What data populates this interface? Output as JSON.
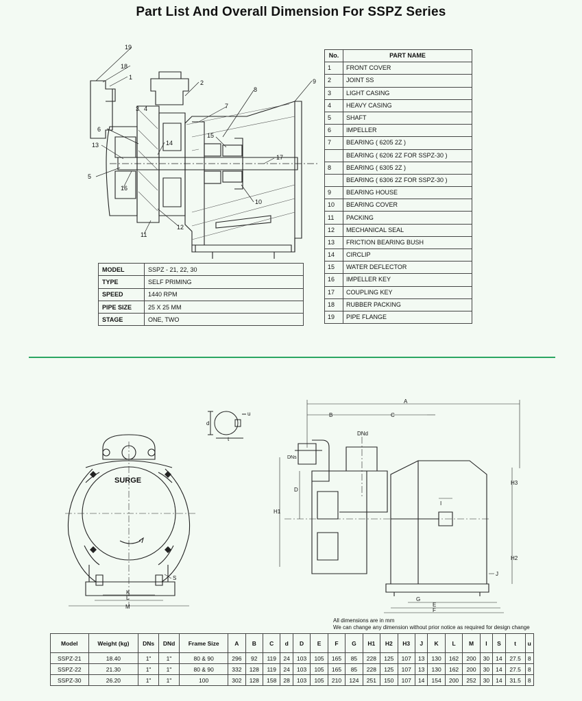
{
  "title": "Part List And Overall Dimension For SSPZ Series",
  "parts_header": {
    "no": "No.",
    "name": "PART NAME"
  },
  "parts": [
    {
      "no": "1",
      "name": "FRONT COVER"
    },
    {
      "no": "2",
      "name": "JOINT SS"
    },
    {
      "no": "3",
      "name": "LIGHT CASING"
    },
    {
      "no": "4",
      "name": "HEAVY CASING"
    },
    {
      "no": "5",
      "name": "SHAFT"
    },
    {
      "no": "6",
      "name": "IMPELLER"
    },
    {
      "no": "7",
      "name": "BEARING ( 6205 2Z )"
    },
    {
      "no": "",
      "name": "BEARING ( 6206 2Z FOR SSPZ-30 )"
    },
    {
      "no": "8",
      "name": "BEARING ( 6305 2Z )"
    },
    {
      "no": "",
      "name": "BEARING ( 6306 2Z FOR SSPZ-30 )"
    },
    {
      "no": "9",
      "name": "BEARING HOUSE"
    },
    {
      "no": "10",
      "name": "BEARING COVER"
    },
    {
      "no": "11",
      "name": "PACKING"
    },
    {
      "no": "12",
      "name": "MECHANICAL SEAL"
    },
    {
      "no": "13",
      "name": "FRICTION BEARING BUSH"
    },
    {
      "no": "14",
      "name": "CIRCLIP"
    },
    {
      "no": "15",
      "name": "WATER DEFLECTOR"
    },
    {
      "no": "16",
      "name": "IMPELLER KEY"
    },
    {
      "no": "17",
      "name": "COUPLING KEY"
    },
    {
      "no": "18",
      "name": "RUBBER PACKING"
    },
    {
      "no": "19",
      "name": "PIPE FLANGE"
    }
  ],
  "spec": [
    {
      "key": "MODEL",
      "value": "SSPZ - 21, 22, 30"
    },
    {
      "key": "TYPE",
      "value": "SELF PRIMING"
    },
    {
      "key": "SPEED",
      "value": "1440 RPM"
    },
    {
      "key": "PIPE SIZE",
      "value": "25 X 25 MM"
    },
    {
      "key": "STAGE",
      "value": "ONE, TWO"
    }
  ],
  "drawing": {
    "callouts": [
      "1",
      "2",
      "3",
      "4",
      "5",
      "6",
      "7",
      "8",
      "9",
      "10",
      "11",
      "12",
      "13",
      "14",
      "15",
      "16",
      "17",
      "18",
      "19"
    ],
    "front_view_text": "SURGE",
    "front_dims": [
      "S",
      "K",
      "L",
      "M"
    ],
    "key_dims": [
      "d",
      "u",
      "t"
    ],
    "side_dims": [
      "A",
      "B",
      "C",
      "DNd",
      "DNs",
      "D",
      "H1",
      "H2",
      "H3",
      "I",
      "J",
      "G",
      "E",
      "F"
    ]
  },
  "note": {
    "line1": "All dimensions are in mm",
    "line2": "We can change any dimension without prior notice as required for design change"
  },
  "dims_table": {
    "headers": [
      "Model",
      "Weight (kg)",
      "DNs",
      "DNd",
      "Frame Size",
      "A",
      "B",
      "C",
      "d",
      "D",
      "E",
      "F",
      "G",
      "H1",
      "H2",
      "H3",
      "J",
      "K",
      "L",
      "M",
      "I",
      "S",
      "t",
      "u"
    ],
    "rows": [
      [
        "SSPZ-21",
        "18.40",
        "1\"",
        "1\"",
        "80 & 90",
        "296",
        "92",
        "119",
        "24",
        "103",
        "105",
        "165",
        "85",
        "228",
        "125",
        "107",
        "13",
        "130",
        "162",
        "200",
        "30",
        "14",
        "27.5",
        "8"
      ],
      [
        "SSPZ-22",
        "21.30",
        "1\"",
        "1\"",
        "80 & 90",
        "332",
        "128",
        "119",
        "24",
        "103",
        "105",
        "165",
        "85",
        "228",
        "125",
        "107",
        "13",
        "130",
        "162",
        "200",
        "30",
        "14",
        "27.5",
        "8"
      ],
      [
        "SSPZ-30",
        "26.20",
        "1\"",
        "1\"",
        "100",
        "302",
        "128",
        "158",
        "28",
        "103",
        "105",
        "210",
        "124",
        "251",
        "150",
        "107",
        "14",
        "154",
        "200",
        "252",
        "30",
        "14",
        "31.5",
        "8"
      ]
    ]
  }
}
